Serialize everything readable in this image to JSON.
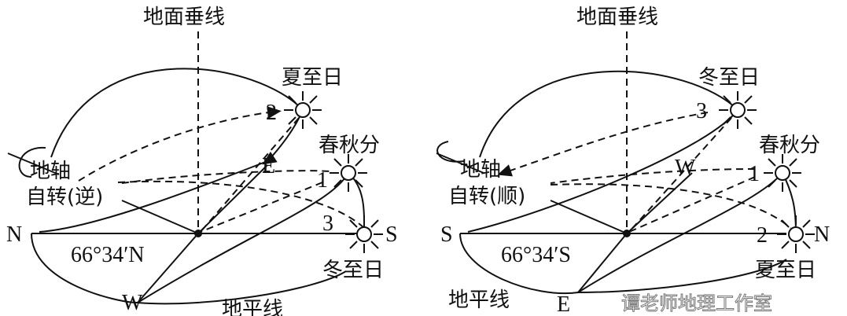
{
  "left": {
    "title": "地面垂线",
    "summer": "夏至日",
    "equinox": "春秋分",
    "winter": "冬至日",
    "axis": "地轴",
    "rotation": "自转(逆)",
    "north": "N",
    "south": "S",
    "east": "E",
    "west": "W",
    "latitude": "66°34′N",
    "horizon": "地平线",
    "n1": "1",
    "n2": "2",
    "n3": "3"
  },
  "right": {
    "title": "地面垂线",
    "winter": "冬至日",
    "equinox": "春秋分",
    "summer": "夏至日",
    "axis": "地轴",
    "rotation": "自转(顺)",
    "north": "N",
    "south": "S",
    "east": "E",
    "west": "W",
    "latitude": "66°34′S",
    "horizon": "地平线",
    "n1": "1",
    "n2": "2",
    "n3": "3"
  },
  "watermark": "谭老师地理工作室"
}
